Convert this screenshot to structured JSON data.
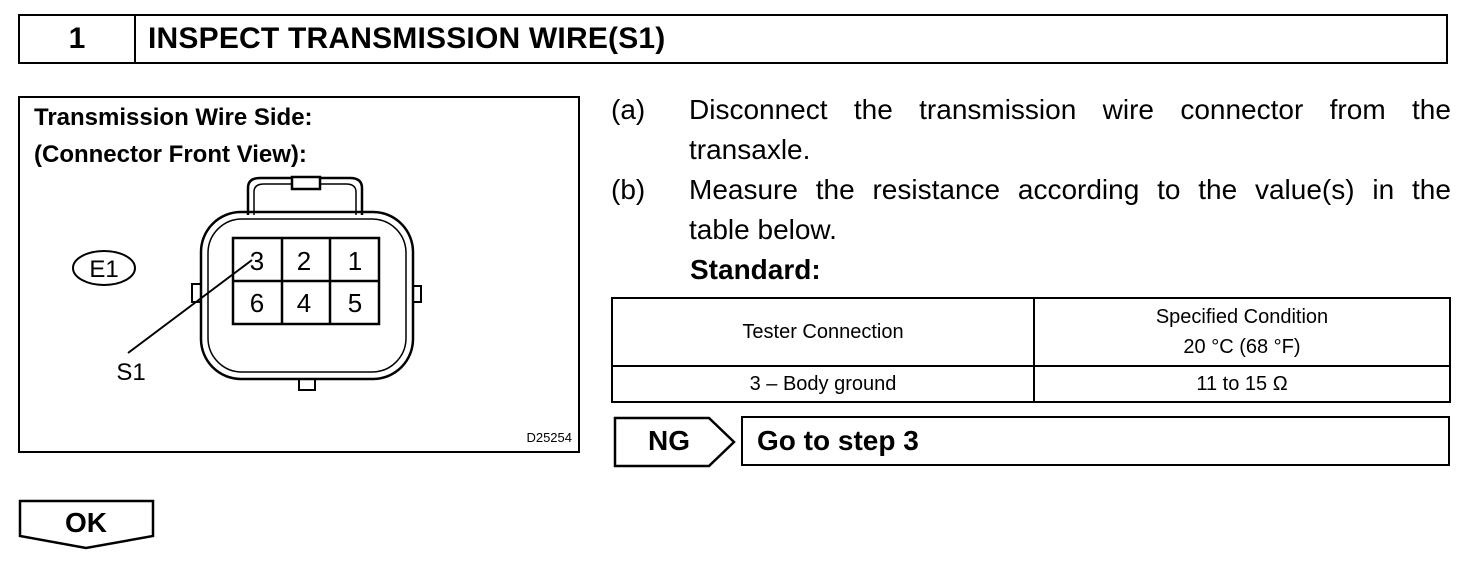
{
  "header": {
    "step_number": "1",
    "title": "INSPECT TRANSMISSION WIRE(S1)"
  },
  "figure": {
    "caption_line1": "Transmission Wire Side:",
    "caption_line2": "(Connector Front View):",
    "connector_code": "E1",
    "pins_top": [
      "3",
      "2",
      "1"
    ],
    "pins_bottom": [
      "6",
      "4",
      "5"
    ],
    "wire_label": "S1",
    "figure_id": "D25254"
  },
  "steps": [
    {
      "label": "(a)",
      "line1_words": [
        "Disconnect",
        "the",
        "transmission",
        "wire",
        "connector",
        "from",
        "the"
      ],
      "line2": "transaxle."
    },
    {
      "label": "(b)",
      "line1_words": [
        "Measure",
        "the",
        "resistance",
        "according",
        "to",
        "the",
        "value(s)",
        "in",
        "the"
      ],
      "line2": "table below."
    }
  ],
  "standard_label": "Standard:",
  "table": {
    "headers": [
      "Tester Connection",
      "Specified Condition",
      "20 °C (68 °F)"
    ],
    "rows": [
      [
        "3 – Body ground",
        "11 to 15 Ω"
      ]
    ]
  },
  "ng": {
    "label": "NG",
    "action": "Go to step 3"
  },
  "ok": {
    "label": "OK"
  }
}
